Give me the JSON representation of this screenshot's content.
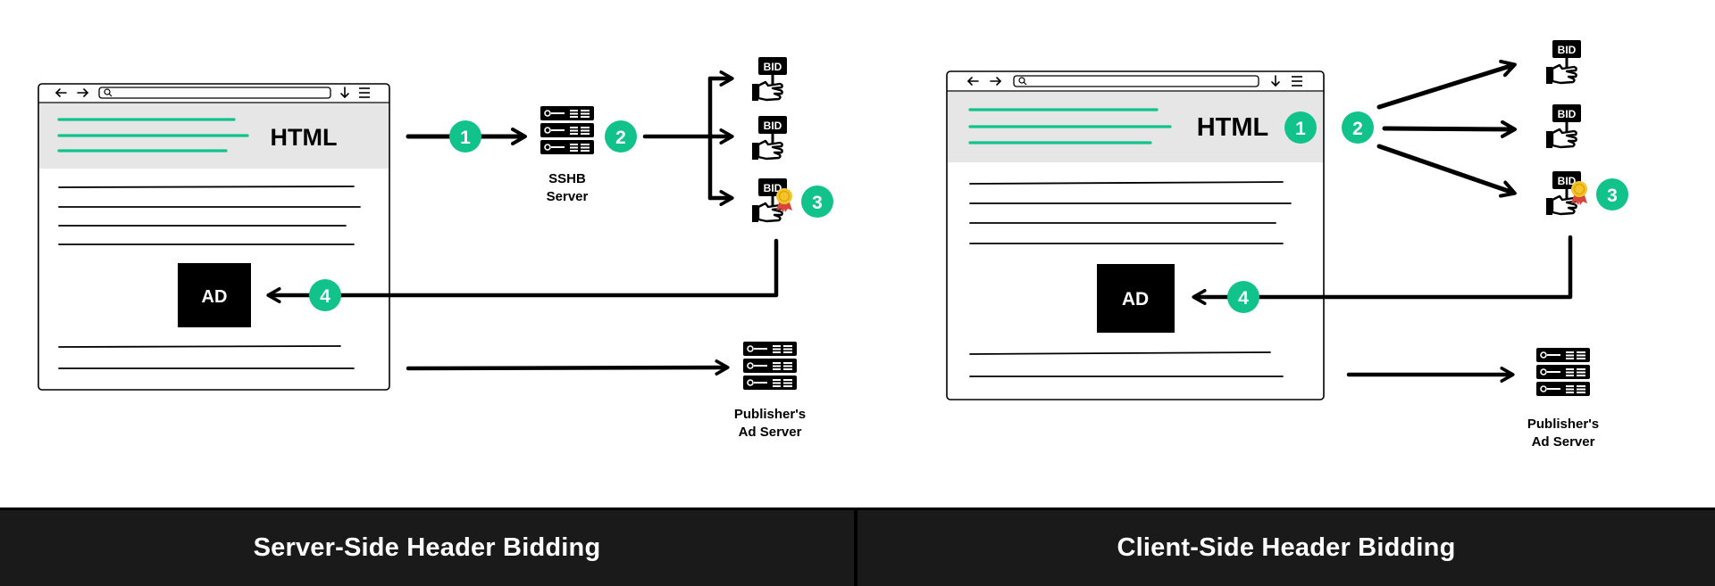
{
  "colors": {
    "accent": "#11c28b",
    "ink": "#000000",
    "header_band": "#e6e6e6",
    "footer_bg": "#1a1a1a",
    "footer_text": "#ffffff",
    "medal_gold": "#f4c430",
    "medal_ribbon": "#d9453b"
  },
  "icons": {
    "nav_back": "arrow-left-icon",
    "nav_forward": "arrow-right-icon",
    "address_search": "magnifier-icon",
    "download": "download-arrow-icon",
    "menu": "hamburger-menu-icon",
    "server": "server-rack-icon",
    "bid": "bid-sign-hand-icon",
    "winner": "award-medal-icon"
  },
  "server_side": {
    "browser": {
      "html_label": "HTML",
      "ad_label": "AD"
    },
    "sshb_server_label": [
      "SSHB",
      "Server"
    ],
    "bid_label": "BID",
    "ad_server_label": [
      "Publisher's",
      "Ad Server"
    ],
    "steps": [
      "1",
      "2",
      "3",
      "4"
    ]
  },
  "client_side": {
    "browser": {
      "html_label": "HTML",
      "ad_label": "AD"
    },
    "bid_label": "BID",
    "ad_server_label": [
      "Publisher's",
      "Ad Server"
    ],
    "steps": [
      "1",
      "2",
      "3",
      "4"
    ]
  },
  "footer": {
    "left_title": "Server-Side Header Bidding",
    "right_title": "Client-Side Header Bidding"
  }
}
